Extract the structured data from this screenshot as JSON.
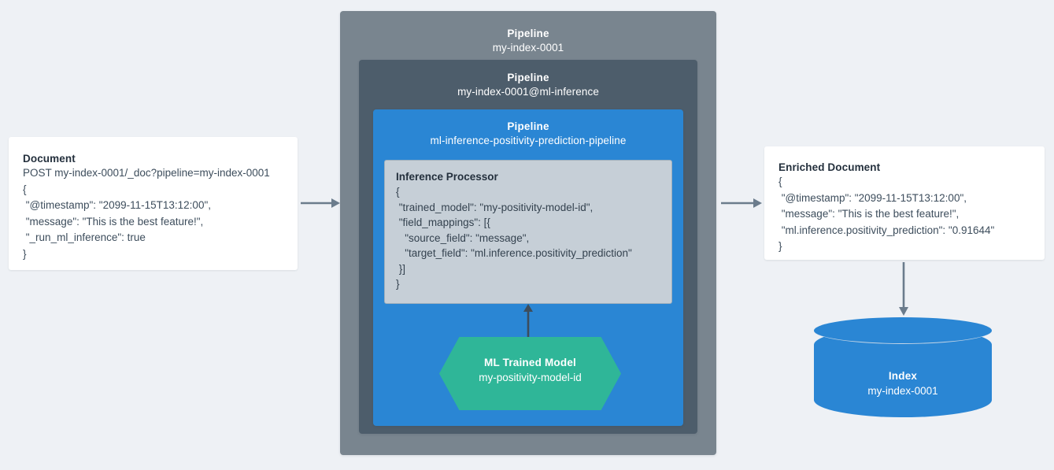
{
  "background_color": "#eef1f5",
  "colors": {
    "pipeline_outer": "#79858f",
    "pipeline_middle": "#4d5d6b",
    "pipeline_inner": "#2a86d4",
    "processor_fill": "#c6cfd7",
    "ml_model_fill": "#2fb698",
    "index_fill": "#2a86d4",
    "card_fill": "#ffffff",
    "arrow": "#6b7c8c",
    "text_dark": "#24303d",
    "text_light": "#ffffff"
  },
  "input_document": {
    "title": "Document",
    "lines": [
      "POST my-index-0001/_doc?pipeline=my-index-0001",
      "{",
      " \"@timestamp\": \"2099-11-15T13:12:00\",",
      " \"message\": \"This is the best feature!\",",
      " \"_run_ml_inference\": true",
      "}"
    ]
  },
  "pipelines": {
    "outer": {
      "kind": "Pipeline",
      "name": "my-index-0001"
    },
    "middle": {
      "kind": "Pipeline",
      "name": "my-index-0001@ml-inference"
    },
    "inner": {
      "kind": "Pipeline",
      "name": "ml-inference-positivity-prediction-pipeline"
    }
  },
  "inference_processor": {
    "title": "Inference Processor",
    "lines": [
      "{",
      " \"trained_model\": \"my-positivity-model-id\",",
      " \"field_mappings\": [{",
      "   \"source_field\": \"message\",",
      "   \"target_field\": \"ml.inference.positivity_prediction\"",
      " }]",
      "}"
    ]
  },
  "ml_trained_model": {
    "kind": "ML Trained Model",
    "name": "my-positivity-model-id"
  },
  "enriched_document": {
    "title": "Enriched Document",
    "lines": [
      "{",
      " \"@timestamp\": \"2099-11-15T13:12:00\",",
      " \"message\": \"This is the best feature!\",",
      " \"ml.inference.positivity_prediction\": \"0.91644\"",
      "}"
    ]
  },
  "index": {
    "kind": "Index",
    "name": "my-index-0001"
  },
  "arrows": [
    {
      "id": "doc-to-pipeline",
      "direction": "right"
    },
    {
      "id": "pipeline-to-enriched",
      "direction": "right"
    },
    {
      "id": "enriched-to-index",
      "direction": "down"
    },
    {
      "id": "model-to-processor",
      "direction": "up"
    }
  ]
}
